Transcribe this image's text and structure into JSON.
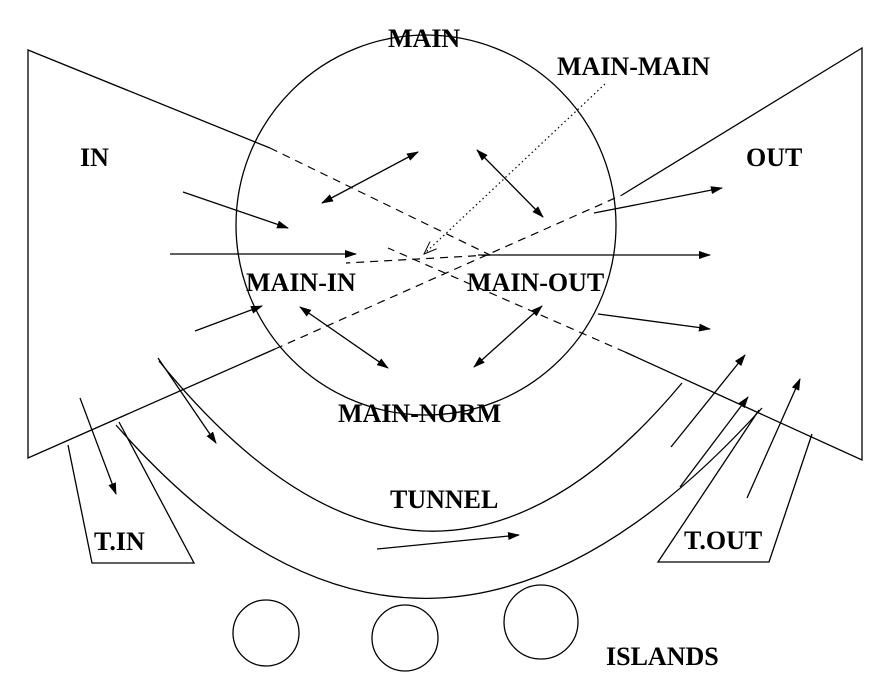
{
  "labels": {
    "main": "MAIN",
    "main_main": "MAIN-MAIN",
    "in": "IN",
    "out": "OUT",
    "main_in": "MAIN-IN",
    "main_out": "MAIN-OUT",
    "main_norm": "MAIN-NORM",
    "tunnel": "TUNNEL",
    "t_in": "T.IN",
    "t_out": "T.OUT",
    "islands": "ISLANDS"
  }
}
